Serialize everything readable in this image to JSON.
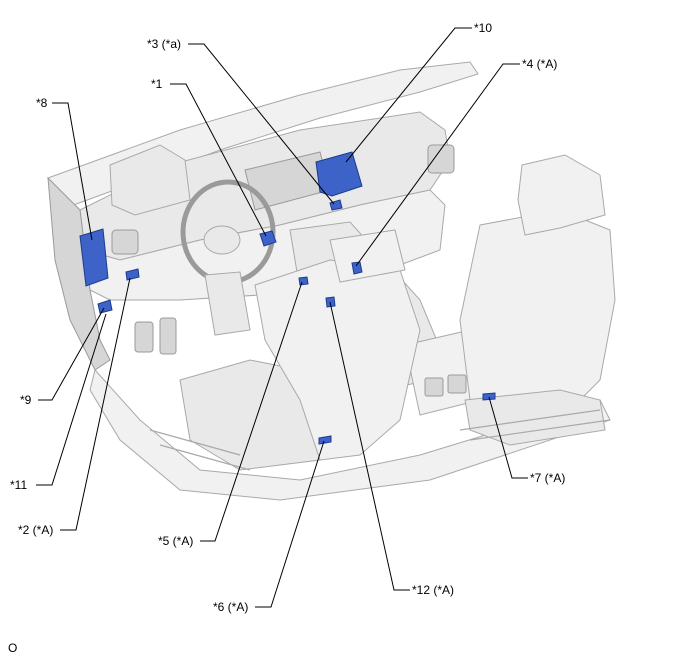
{
  "colors": {
    "part_fill": "#3d63c9",
    "part_stroke": "#1c3a8f"
  },
  "callouts": {
    "c1": "*1",
    "c2": "*2 (*A)",
    "c3": "*3 (*a)",
    "c4": "*4 (*A)",
    "c5": "*5 (*A)",
    "c6": "*6 (*A)",
    "c7": "*7 (*A)",
    "c8": "*8",
    "c9": "*9",
    "c10": "*10",
    "c11": "*11",
    "c12": "*12 (*A)"
  },
  "footer": {
    "code": "O"
  }
}
